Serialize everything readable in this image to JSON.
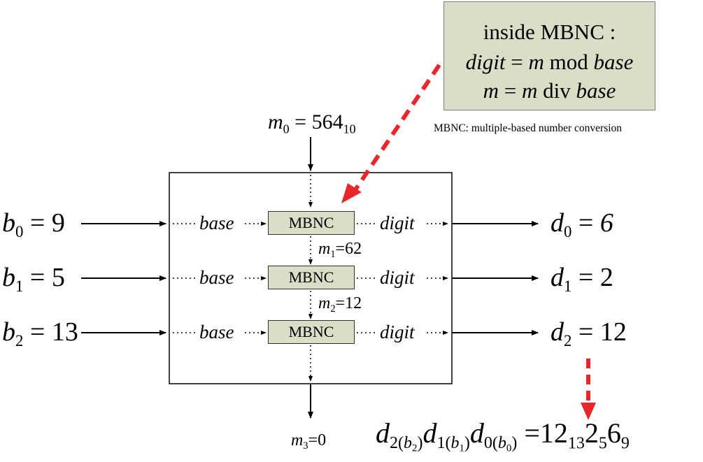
{
  "note": {
    "line1": "inside MBNC :",
    "line2": {
      "v1": "digit",
      "eq": " = ",
      "v2": "m",
      "op": " mod ",
      "v3": "base"
    },
    "line3": {
      "v1": "m",
      "eq": " = ",
      "v2": "m",
      "op": " div ",
      "v3": "base"
    }
  },
  "footnote": "MBNC: multiple-based number conversion",
  "block_label": "MBNC",
  "inputs": [
    {
      "sym": "b",
      "sub": "0",
      "eq": " = 9"
    },
    {
      "sym": "b",
      "sub": "1",
      "eq": " = 5"
    },
    {
      "sym": "b",
      "sub": "2",
      "eq": " = 13"
    }
  ],
  "outputs": [
    {
      "sym": "d",
      "sub": "0",
      "eq": " = ",
      "val": "6"
    },
    {
      "sym": "d",
      "sub": "1",
      "eq": " = 2",
      "val": ""
    },
    {
      "sym": "d",
      "sub": "2",
      "eq": " = 12",
      "val": ""
    }
  ],
  "m_labels": {
    "m0": {
      "sym": "m",
      "sub": "0",
      "eq": " = 564",
      "base": "10"
    },
    "m1": {
      "sym": "m",
      "sub": "1",
      "eq": "=62"
    },
    "m2": {
      "sym": "m",
      "sub": "2",
      "eq": "=12"
    },
    "m3": {
      "sym": "m",
      "sub": "3",
      "eq": "=0"
    }
  },
  "port_labels": {
    "base": "base",
    "digit": "digit"
  },
  "result": {
    "terms": [
      {
        "d": "d",
        "dsub": "2(",
        "b": "b",
        "bsub": "2",
        "close": ")"
      },
      {
        "d": "d",
        "dsub": "1(",
        "b": "b",
        "bsub": "1",
        "close": ")"
      },
      {
        "d": "d",
        "dsub": "0(",
        "b": "b",
        "bsub": "0",
        "close": ")"
      }
    ],
    "eq": "=",
    "digits": [
      {
        "v": "12",
        "base": "13"
      },
      {
        "v": "2",
        "base": "5"
      },
      {
        "v": "6",
        "base": "9"
      }
    ]
  },
  "colors": {
    "block_fill": "#d9dfc6",
    "arrow_red": "#e8262b",
    "line": "#000000"
  }
}
